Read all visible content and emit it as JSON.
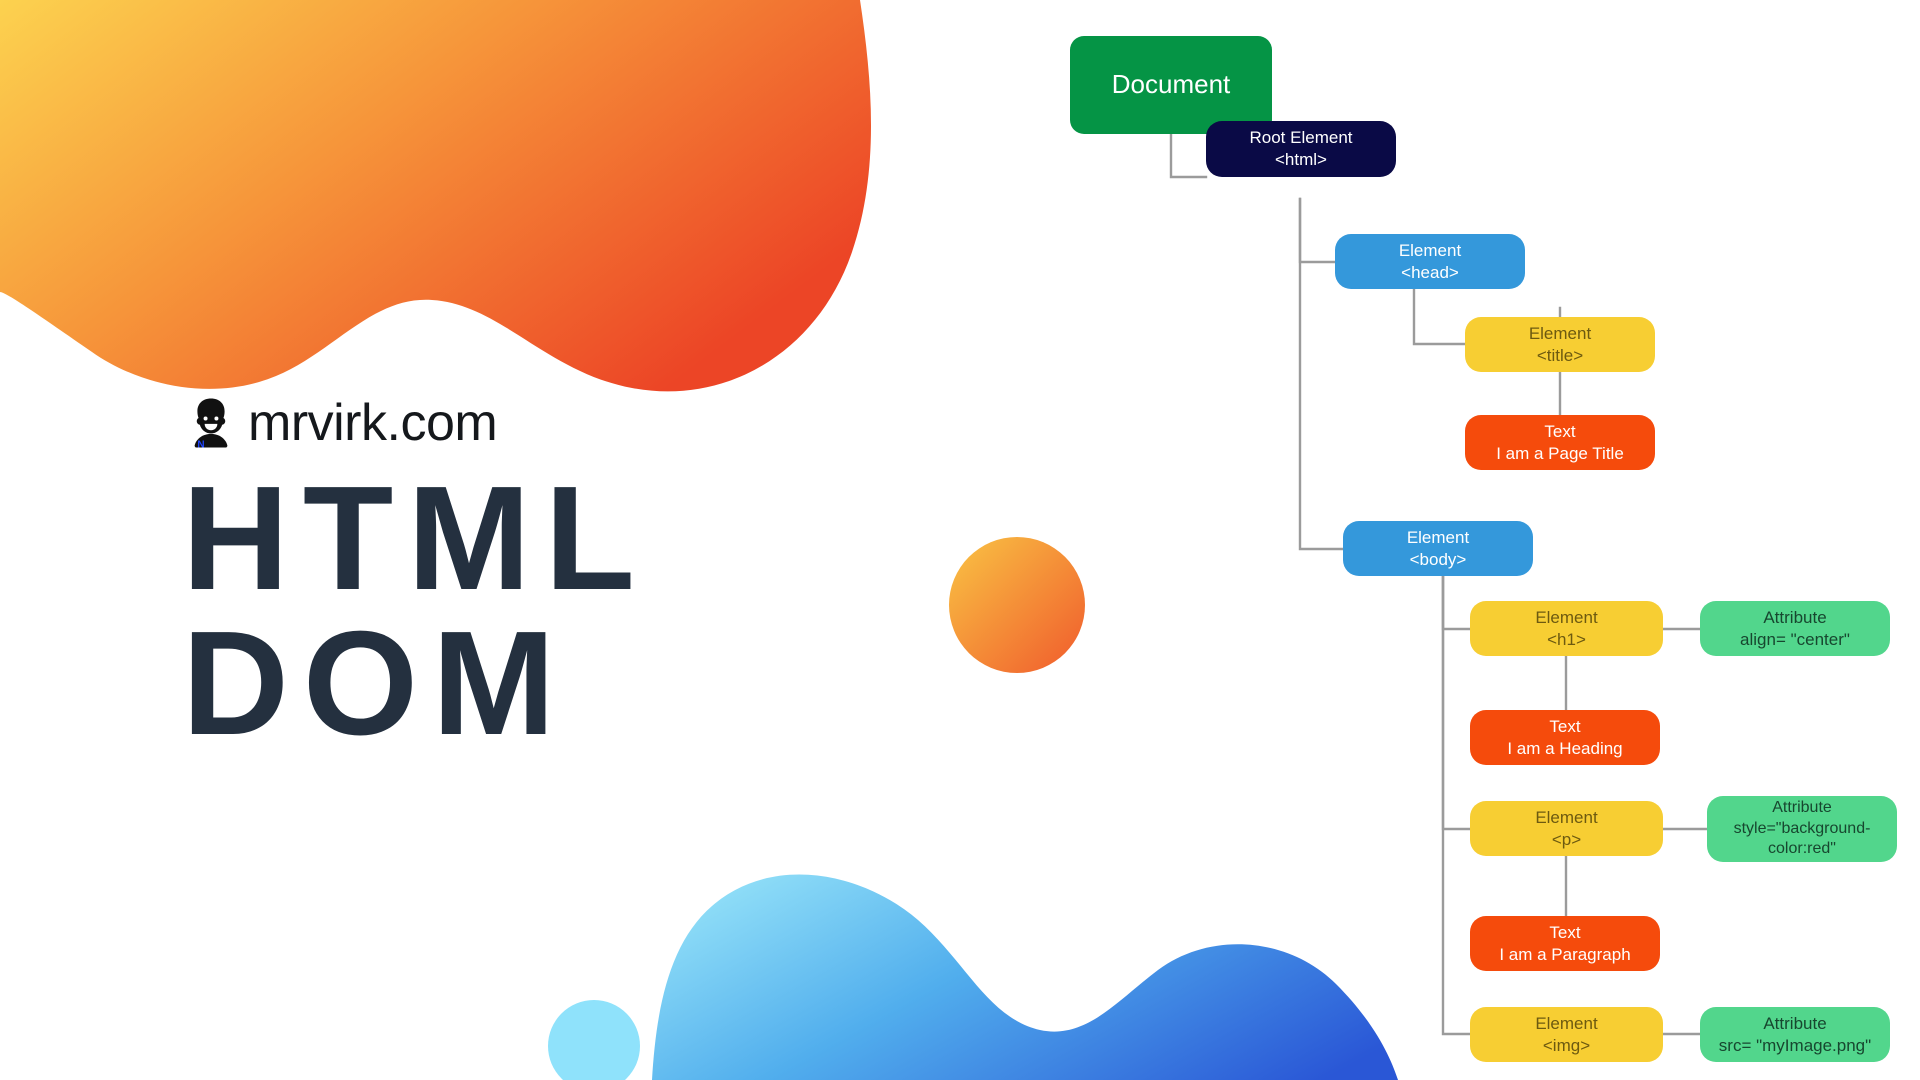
{
  "brand": {
    "logo_icon": "person-avatar-icon",
    "logo_text": "mrvirk.com",
    "hero_title": "HTML\nDOM",
    "hero_color": "#24303f"
  },
  "palette": {
    "document_green": "#059445",
    "root_navy": "#0a0a46",
    "element_blue": "#3498db",
    "element_yellow": "#f7ce33",
    "text_red": "#f54b0c",
    "attribute_green": "#52d68c",
    "connector_gray": "#9b9b9b",
    "blob_orange_start": "#fbd04a",
    "blob_orange_end": "#ef4a28",
    "blob_blue_start": "#7fd4f5",
    "blob_blue_end": "#2b5fd9",
    "circle_orange_start": "#f8bf43",
    "circle_orange_end": "#f15a2b",
    "circle_blue": "#8fe2fb"
  },
  "tree": {
    "nodes": [
      {
        "id": "document",
        "line1": "Document",
        "line2": ""
      },
      {
        "id": "html",
        "line1": "Root Element",
        "line2": "<html>"
      },
      {
        "id": "head",
        "line1": "Element",
        "line2": "<head>"
      },
      {
        "id": "title",
        "line1": "Element",
        "line2": "<title>"
      },
      {
        "id": "title-text",
        "line1": "Text",
        "line2": "I am a Page Title"
      },
      {
        "id": "body",
        "line1": "Element",
        "line2": "<body>"
      },
      {
        "id": "h1",
        "line1": "Element",
        "line2": "<h1>"
      },
      {
        "id": "h1-attr",
        "line1": "Attribute",
        "line2": "align= \"center\""
      },
      {
        "id": "h1-text",
        "line1": "Text",
        "line2": "I am a Heading"
      },
      {
        "id": "p",
        "line1": "Element",
        "line2": "<p>"
      },
      {
        "id": "p-attr",
        "line1": "Attribute",
        "line2": "style=\"background-color:red\""
      },
      {
        "id": "p-text",
        "line1": "Text",
        "line2": "I am a Paragraph"
      },
      {
        "id": "img",
        "line1": "Element",
        "line2": "<img>"
      },
      {
        "id": "img-attr",
        "line1": "Attribute",
        "line2": "src= \"myImage.png\""
      }
    ]
  }
}
